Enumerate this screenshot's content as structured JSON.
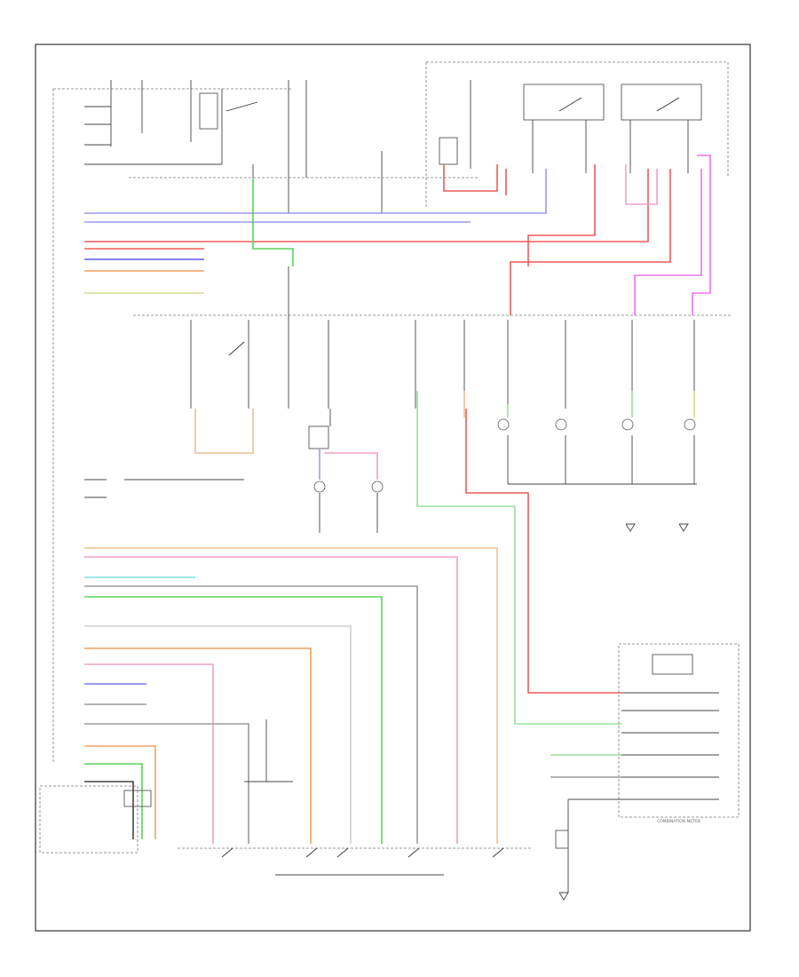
{
  "diagram": {
    "footer_code": "",
    "components": [
      {
        "id": "headlamp-relay-1",
        "label": "",
        "x": 0,
        "y": 0
      },
      {
        "id": "combination-meter",
        "label": "COMBINATION METER"
      }
    ],
    "connector_labels": [],
    "wire_colors": {
      "blue": "#9a9af0",
      "red": "#f05a5a",
      "pink": "#f0a0c8",
      "magenta": "#f070f0",
      "green": "#5ad25a",
      "orange": "#f0a060",
      "cyan": "#80e0e0",
      "yellow": "#d8d890",
      "black": "#444444",
      "gray": "#9a9a9a"
    }
  }
}
